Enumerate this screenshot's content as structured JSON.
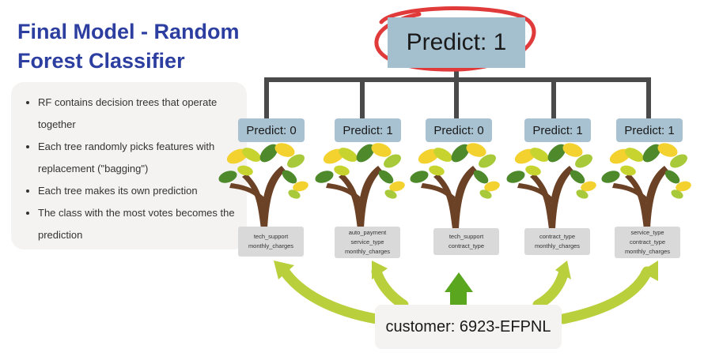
{
  "title": "Final Model - Random Forest Classifier",
  "bullets": [
    "RF contains decision trees that operate together",
    "Each tree randomly picks features with replacement (\"bagging\")",
    "Each tree makes its own prediction",
    "The class with the most votes becomes the prediction"
  ],
  "final_prediction": "Predict: 1",
  "trees": [
    {
      "prediction": "Predict: 0",
      "features": [
        "tech_support",
        "monthly_charges"
      ]
    },
    {
      "prediction": "Predict: 1",
      "features": [
        "auto_payment",
        "service_type",
        "monthly_charges"
      ]
    },
    {
      "prediction": "Predict: 0",
      "features": [
        "tech_support",
        "contract_type"
      ]
    },
    {
      "prediction": "Predict: 1",
      "features": [
        "contract_type",
        "monthly_charges"
      ]
    },
    {
      "prediction": "Predict: 1",
      "features": [
        "service_type",
        "contract_type",
        "monthly_charges"
      ]
    }
  ],
  "customer": "customer: 6923-EFPNL",
  "colors": {
    "title": "#2c3ea0",
    "highlight_circle": "#e03a3a",
    "arrow_green": "#b9cf3c",
    "up_arrow": "#5aa61e",
    "connector": "#4a4a4a",
    "predict_box": "#a9c2d1"
  }
}
